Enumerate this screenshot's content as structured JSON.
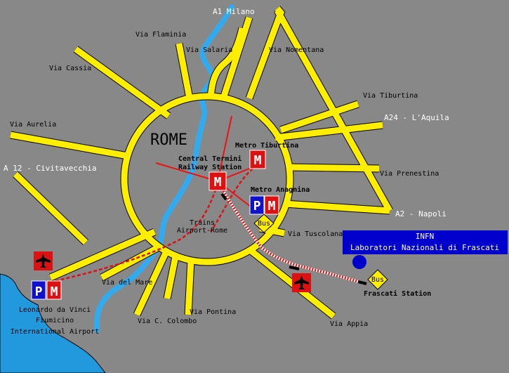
{
  "colors": {
    "background": "#888888",
    "road": "#ffee00",
    "river": "#33aaee",
    "sea": "#2299dd",
    "rail": "#ee1111",
    "metro": "#dd1111",
    "parking": "#1111cc",
    "infn_band": "#0000cc",
    "bus": "#ffee00"
  },
  "icons": [
    "airplane-icon",
    "parking-icon",
    "metro-icon",
    "bus-icon",
    "infn-dot-icon"
  ],
  "city": "ROME",
  "highways": {
    "a1": "A1 Milano",
    "a24": "A24 - L'Aquila",
    "a12": "A 12 - Civitavecchia",
    "a2": "A2 - Napoli"
  },
  "roads": {
    "flaminia": "Via Flaminia",
    "salaria": "Via Salaria",
    "nomentana": "Via Nomentana",
    "cassia": "Via Cassia",
    "tiburtina": "Via Tiburtina",
    "aurelia": "Via Aurelia",
    "prenestina": "Via Prenestina",
    "tuscolana": "Via Tuscolana",
    "mare": "Via del Mare",
    "pontina": "Via Pontina",
    "colombo": "Via C. Colombo",
    "appia": "Via Appia"
  },
  "stations": {
    "termini_1": "Central Termini",
    "termini_2": "Railway Station",
    "metro_tiburtina": "Metro Tiburtina",
    "metro_anagnina": "Metro Anagnina",
    "trains_1": "Trains",
    "trains_2": "Airport-Rome",
    "frascati": "Frascati Station"
  },
  "symbols": {
    "metro": "M",
    "parking": "P",
    "bus": "Bus"
  },
  "infn": {
    "title": "INFN",
    "subtitle": "Laboratori Nazionali di Frascati"
  },
  "airport": {
    "line1": "Leonardo da Vinci",
    "line2": "Fiumicino",
    "line3": "International Airport"
  }
}
